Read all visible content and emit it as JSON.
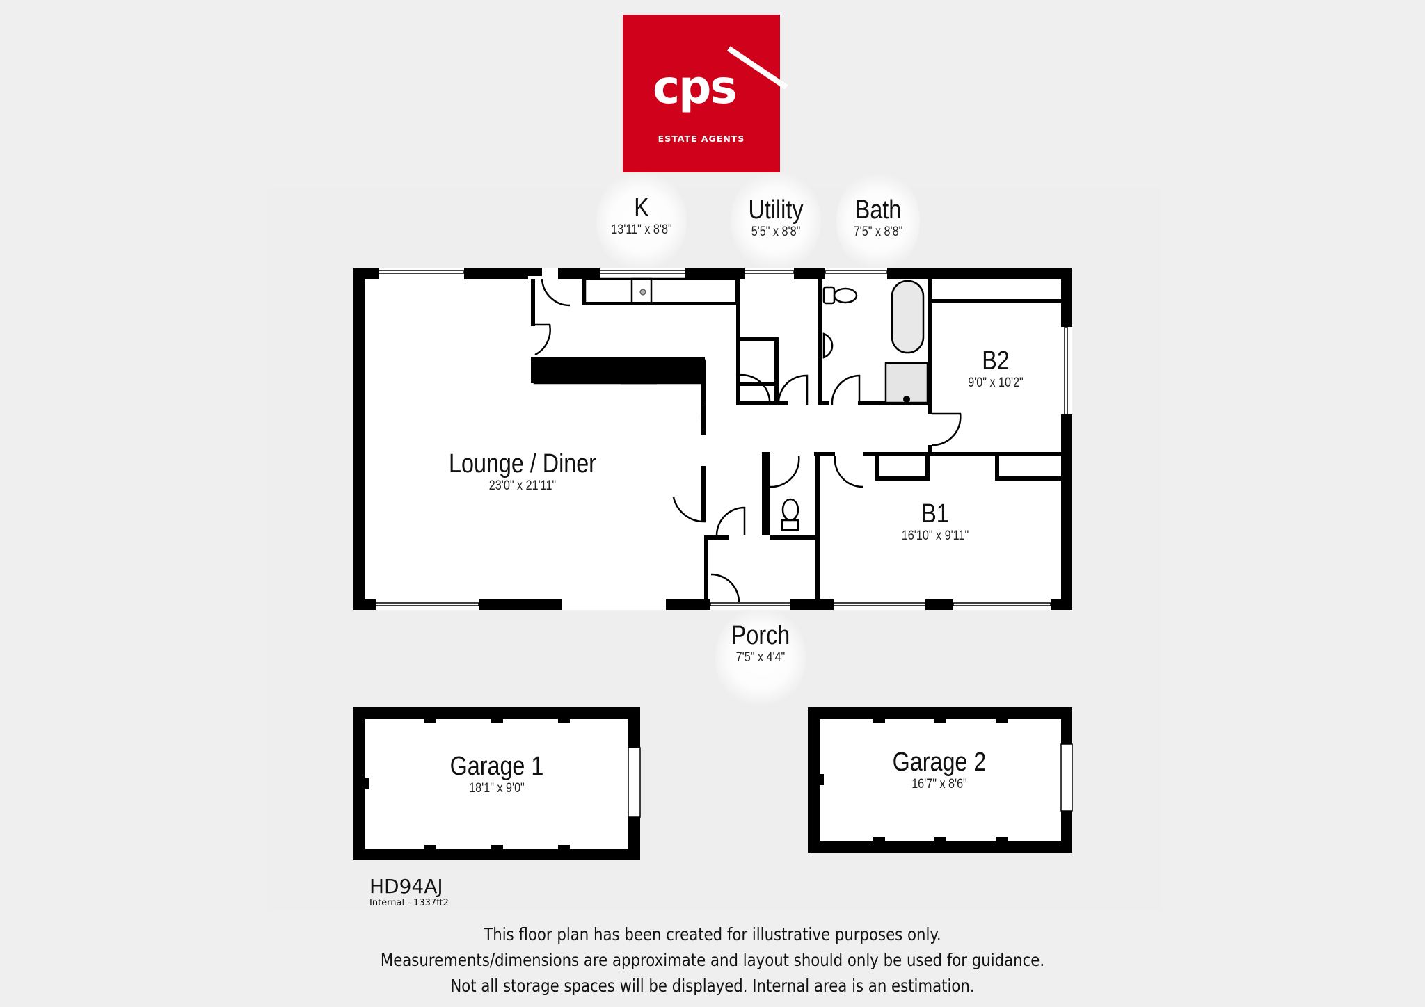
{
  "logo": {
    "brand": "cps",
    "tagline": "ESTATE AGENTS",
    "color": "#d0021b"
  },
  "rooms": {
    "kitchen": {
      "name": "K",
      "dims": "13'11\" x 8'8\""
    },
    "utility": {
      "name": "Utility",
      "dims": "5'5\" x 8'8\""
    },
    "bath": {
      "name": "Bath",
      "dims": "7'5\" x 8'8\""
    },
    "lounge": {
      "name": "Lounge / Diner",
      "dims": "23'0\" x 21'11\""
    },
    "b2": {
      "name": "B2",
      "dims": "9'0\" x 10'2\""
    },
    "b1": {
      "name": "B1",
      "dims": "16'10\" x 9'11\""
    },
    "porch": {
      "name": "Porch",
      "dims": "7'5\" x 4'4\""
    },
    "garage1": {
      "name": "Garage 1",
      "dims": "18'1\" x 9'0\""
    },
    "garage2": {
      "name": "Garage 2",
      "dims": "16'7\" x 8'6\""
    }
  },
  "reference": {
    "code": "HD94AJ",
    "internal_area": "Internal - 1337ft2"
  },
  "disclaimer": {
    "line1": "This floor plan has been created for illustrative purposes only.",
    "line2": "Measurements/dimensions are approximate and layout should only be used for guidance.",
    "line3": "Not all storage spaces will be displayed. Internal area is an estimation."
  }
}
